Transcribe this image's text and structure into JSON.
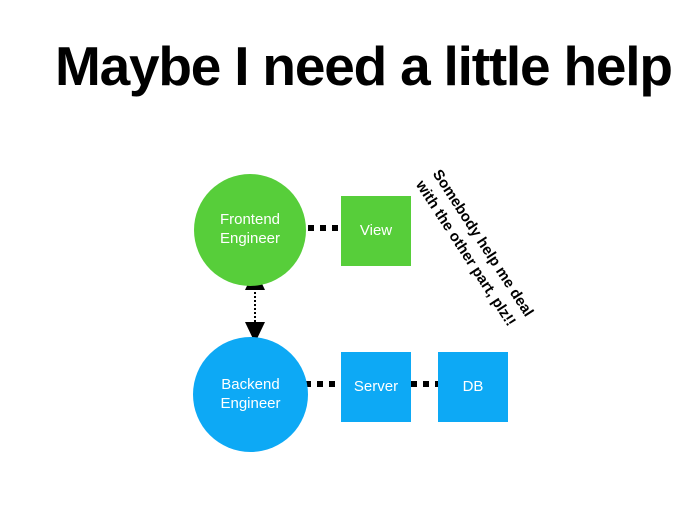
{
  "page": {
    "title": "Maybe I need a little help",
    "background_color": "#ffffff"
  },
  "colors": {
    "frontend_green": "#57ce3a",
    "backend_blue": "#0da9f5",
    "connector_black": "#000000",
    "node_text": "#ffffff",
    "title_text": "#000000"
  },
  "diagram": {
    "type": "node-link",
    "nodes": [
      {
        "id": "frontend-engineer",
        "label_line1": "Frontend",
        "label_line2": "Engineer",
        "shape": "circle",
        "color": "#57ce3a"
      },
      {
        "id": "backend-engineer",
        "label_line1": "Backend",
        "label_line2": "Engineer",
        "shape": "circle",
        "color": "#0da9f5"
      },
      {
        "id": "view",
        "label": "View",
        "shape": "square",
        "color": "#57ce3a"
      },
      {
        "id": "server",
        "label": "Server",
        "shape": "square",
        "color": "#0da9f5"
      },
      {
        "id": "db",
        "label": "DB",
        "shape": "square",
        "color": "#0da9f5"
      }
    ],
    "edges": [
      {
        "id": "frontend-view",
        "from": "frontend-engineer",
        "to": "view",
        "style": "dotted",
        "arrow": "none"
      },
      {
        "id": "backend-server",
        "from": "backend-engineer",
        "to": "server",
        "style": "dotted",
        "arrow": "none"
      },
      {
        "id": "server-db",
        "from": "server",
        "to": "db",
        "style": "dotted",
        "arrow": "none"
      },
      {
        "id": "frontend-backend",
        "from": "frontend-engineer",
        "to": "backend-engineer",
        "style": "dotted",
        "arrow": "both"
      }
    ],
    "annotation": {
      "line1": "Somebody help me deal",
      "line2": "with the other part, plz!!",
      "rotation_degrees": 57
    }
  }
}
